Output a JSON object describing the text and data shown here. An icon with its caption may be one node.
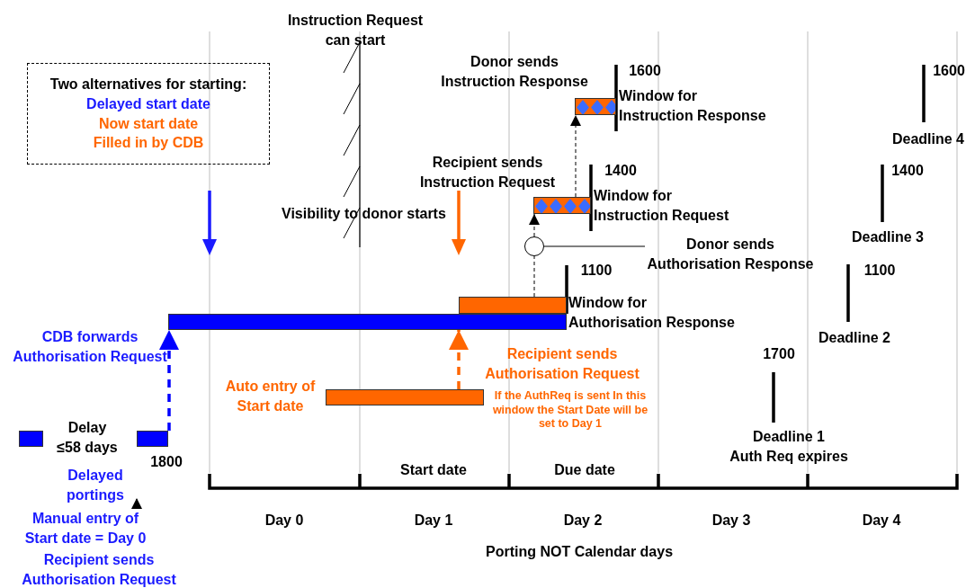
{
  "diagram": {
    "nodes": [
      {
        "text": [
          "Two alternatives for starting:",
          "Delayed start date",
          "Now start date",
          "Filled in by CDB"
        ]
      },
      {
        "text": [],
        "shape": "bar"
      },
      {
        "text": [],
        "shape": "bar",
        "beside": [
          "Window for Authorisation Response"
        ]
      },
      {
        "text": [],
        "shape": "bar",
        "beside": [
          "Auto entry of Start date"
        ]
      },
      {
        "text": [],
        "shape": "bar",
        "beside": [
          "Recipient sends Instruction Request",
          "Window for Instruction Request"
        ]
      },
      {
        "text": [],
        "shape": "bar",
        "beside": [
          "Donor sends Instruction Response",
          "Window for Instruction Response"
        ]
      },
      {
        "text": [],
        "shape": "bar"
      },
      {
        "text": [],
        "shape": "bar",
        "beside": [
          "1800"
        ]
      },
      {
        "text": [],
        "shape": "circle"
      },
      {
        "text": [
          "Manual entry of Start date = Day 0"
        ]
      },
      {
        "text": [
          "Delayed portings"
        ]
      },
      {
        "text": [
          "Donor sends Authorisation Response"
        ]
      }
    ],
    "edges": [
      {
        "from": 7,
        "to": 1,
        "arrow": "to",
        "style": "dashed",
        "color": "#0000ff"
      },
      {
        "from": 3,
        "to": 1,
        "arrow": "to",
        "style": "dashed",
        "color": "#ff6600"
      },
      {
        "from": 2,
        "to": 8,
        "arrow": "none",
        "style": "dashed"
      },
      {
        "from": 8,
        "to": 4,
        "arrow": "to",
        "style": "dashed"
      },
      {
        "from": 4,
        "to": 5,
        "arrow": "to",
        "style": "dashed"
      },
      {
        "from": 11,
        "to": 8,
        "arrow": "none"
      },
      {
        "from": 9,
        "to": 10,
        "arrow": "to",
        "style": "dashed"
      }
    ],
    "labels": [
      "Instruction Request can start",
      "1600",
      "1600",
      "Deadline 4",
      "1400",
      "1400",
      "Deadline 3",
      "Visibility to donor starts",
      "1100",
      "1100",
      "Deadline 2",
      "CDB forwards Authorisation Request",
      "Recipient sends Authorisation Request",
      "If the AuthReq is sent In this window the Start Date will be set to Day 1",
      "1700",
      "Delay ≤58 days",
      "Deadline 1 Auth Req expires",
      "Start date",
      "Due date",
      "Recipient sends Authorisation Request",
      "Day 0",
      "Day 1",
      "Day 2",
      "Day 3",
      "Day 4",
      "Porting NOT Calendar days"
    ]
  }
}
